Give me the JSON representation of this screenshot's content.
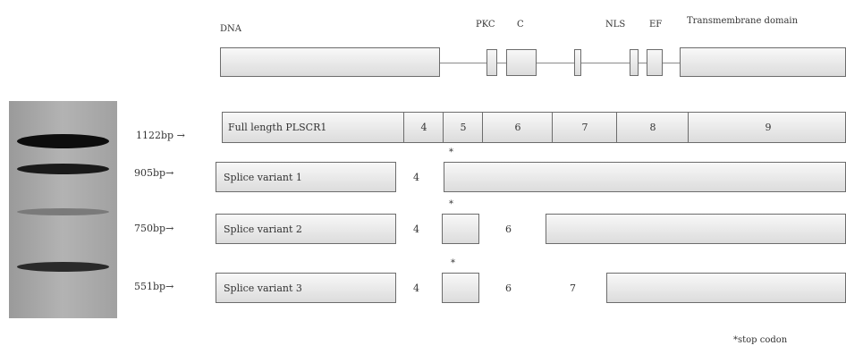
{
  "domain_labels": {
    "dna": "DNA",
    "pkc": "PKC",
    "c": "C",
    "nls": "NLS",
    "ef": "EF",
    "transmembrane": "Transmembrane domain"
  },
  "size_markers": [
    "1122bp",
    "905bp",
    "750bp",
    "551bp"
  ],
  "arrow": "→",
  "full_length": {
    "label": "Full length PLSCR1",
    "exons": [
      "4",
      "5",
      "6",
      "7",
      "8",
      "9"
    ]
  },
  "variants": [
    {
      "label": "Splice variant 1",
      "exon_numbers": [
        "4"
      ],
      "stop": "*"
    },
    {
      "label": "Splice variant 2",
      "exon_numbers": [
        "4",
        "6"
      ],
      "stop": "*"
    },
    {
      "label": "Splice variant 3",
      "exon_numbers": [
        "4",
        "6",
        "7"
      ],
      "stop": "*"
    }
  ],
  "footnote": "*stop codon",
  "colors": {
    "box_fill_top": "#f8f8f8",
    "box_fill_bottom": "#dcdcdc",
    "border": "#6c6c6c",
    "gel_band": "#111111"
  }
}
